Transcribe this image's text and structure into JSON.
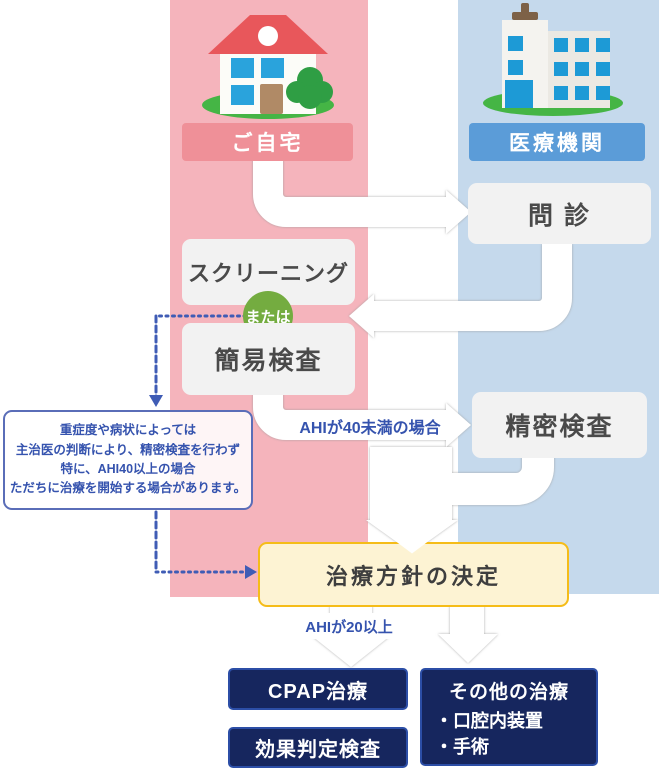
{
  "colors": {
    "pink-col": "#f5b4bc",
    "blue-col": "#c5d9ec",
    "home-banner": "#ef9098",
    "medical-banner": "#5b9cd8",
    "node-bg": "#f2f2f2",
    "node-text": "#4a4a4a",
    "or-green": "#74ac40",
    "accent-blue": "#3553ae",
    "note-border": "#5a6db8",
    "decision-bg": "#fdf3d3",
    "decision-border": "#f5bc18",
    "navy-bg": "#16265e",
    "navy-border": "#2c4ea6"
  },
  "columns": {
    "home": {
      "label": "ご自宅"
    },
    "medical": {
      "label": "医療機関"
    }
  },
  "nodes": {
    "interview": {
      "label": "問 診"
    },
    "screening": {
      "label": "スクリーニング"
    },
    "or_badge": {
      "label": "または"
    },
    "simple_test": {
      "label": "簡易検査"
    },
    "detailed_test": {
      "label": "精密検査"
    },
    "decision": {
      "label": "治療方針の決定"
    },
    "cpap": {
      "label": "CPAP治療"
    },
    "effect_check": {
      "label": "効果判定検査"
    },
    "other": {
      "title": "その他の治療",
      "items": [
        "・口腔内装置",
        "・手術"
      ]
    }
  },
  "edge_labels": {
    "ahi40": "AHIが40未満の場合",
    "ahi20": "AHIが20以上"
  },
  "note": {
    "lines": [
      "重症度や病状によっては",
      "主治医の判断により、精密検査を行わず",
      "特に、AHI40以上の場合",
      "ただちに治療を開始する場合があります。"
    ]
  }
}
